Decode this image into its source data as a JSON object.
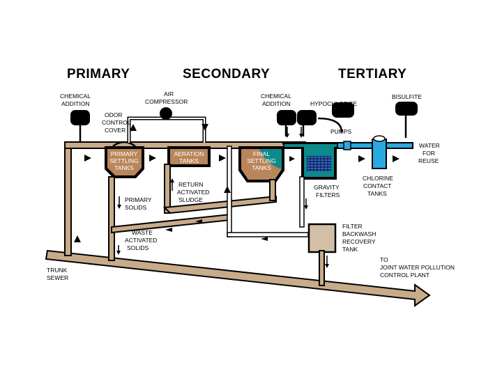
{
  "stages": {
    "primary": "PRIMARY",
    "secondary": "SECONDARY",
    "tertiary": "TERTIARY"
  },
  "labels": {
    "chemical_addition_1": [
      "CHEMICAL",
      "ADDITION"
    ],
    "air_compressor": [
      "AIR",
      "COMPRESSOR"
    ],
    "odor_control_cover": [
      "ODOR",
      "CONTROL",
      "COVER"
    ],
    "chemical_addition_2": [
      "CHEMICAL",
      "ADDITION"
    ],
    "hypochlorite": "HYPOCHLORITE",
    "bisulfite": "BISULFITE",
    "pumps": "PUMPS",
    "water_for_reuse": [
      "WATER",
      "FOR",
      "REUSE"
    ],
    "primary_settling_tanks": [
      "PRIMARY",
      "SETTLING",
      "TANKS"
    ],
    "aeration_tanks": [
      "AERATION",
      "TANKS"
    ],
    "final_settling_tanks": [
      "FINAL",
      "SETTLING",
      "TANKS"
    ],
    "gravity_filters": [
      "GRAVITY",
      "FILTERS"
    ],
    "chlorine_contact_tanks": [
      "CHLORINE",
      "CONTACT",
      "TANKS"
    ],
    "primary_solids": [
      "PRIMARY",
      "SOLIDS"
    ],
    "return_activated_sludge": [
      "RETURN",
      "ACTIVATED",
      "SLUDGE"
    ],
    "waste_activated_solids": [
      "WASTE",
      "ACTIVATED",
      "SOLIDS"
    ],
    "filter_backwash_recovery_tank": [
      "FILTER",
      "BACKWASH",
      "RECOVERY",
      "TANK"
    ],
    "trunk_sewer": [
      "TRUNK",
      "SEWER"
    ],
    "to_joint_plant": [
      "TO",
      "JOINT WATER POLLUTION",
      "CONTROL PLANT"
    ]
  },
  "colors": {
    "pipe_outline": "#000000",
    "pipe_fill": "#c8ab8a",
    "sludge": "#b8865a",
    "water_teal": "#0d8a8a",
    "water_blue": "#29a9e0",
    "filter_media": "#1f3d8c",
    "recovery_tank": "#d2bfa5",
    "background": "#ffffff"
  },
  "icons": {
    "chemical_tank": "rounded-black-tank",
    "compressor": "black-circle",
    "flow_arrow": "triangle-arrow",
    "filter_media": "blue-granular-block"
  }
}
